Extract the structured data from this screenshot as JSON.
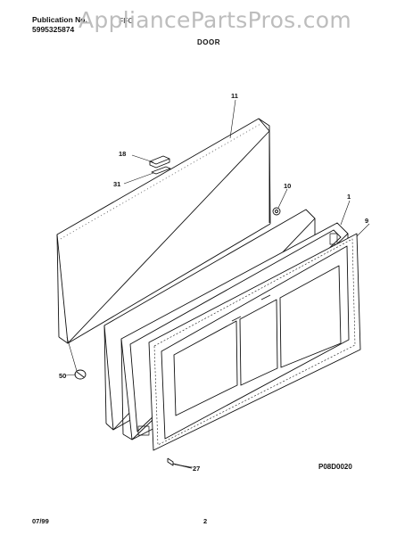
{
  "header": {
    "publication_label": "Publication No.",
    "publication_number": "5995325874",
    "model_partial": "FFC"
  },
  "watermark": "AppliancePartsPros.com",
  "title": "DOOR",
  "diagram_code": "P08D0020",
  "footer": {
    "date": "07/99",
    "page_number": "2"
  },
  "callouts": [
    "11",
    "18",
    "31",
    "10",
    "1",
    "9",
    "50",
    "27"
  ],
  "colors": {
    "line": "#111111",
    "watermark": "#bdbdbd"
  }
}
